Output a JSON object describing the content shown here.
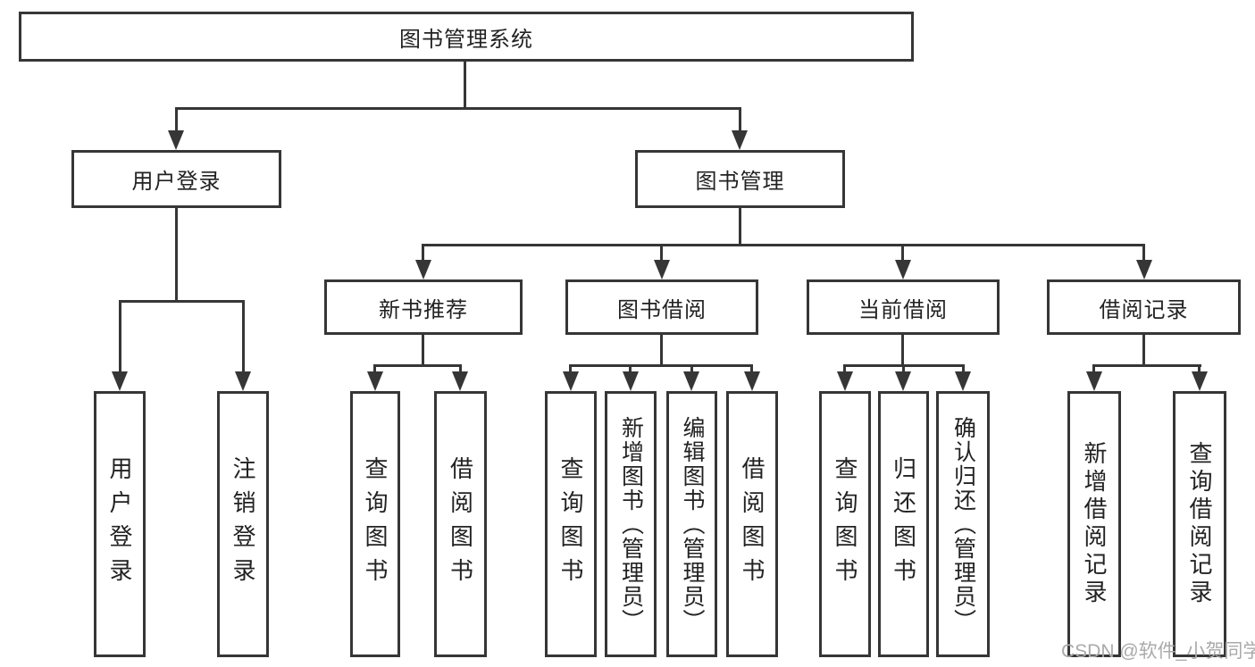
{
  "title": "图书管理系统",
  "watermark": "CSDN @软件_小贺同学",
  "colors": {
    "line": "#363636",
    "text": "#222222",
    "background": "#ffffff",
    "watermark": "#aaaaaa"
  },
  "nodes": {
    "root": "图书管理系统",
    "user_login": "用户登录",
    "book_mgmt": "图书管理",
    "new_book_rec": "新书推荐",
    "book_borrow": "图书借阅",
    "current_borrow": "当前借阅",
    "borrow_records": "借阅记录",
    "leaf_user_login": "用户登录",
    "leaf_logout": "注销登录",
    "leaf_query_book_rec": "查询图书",
    "leaf_borrow_book_rec": "借阅图书",
    "leaf_query_book_borrow": "查询图书",
    "leaf_add_book": "新增图书（管理员）",
    "leaf_edit_book": "编辑图书（管理员）",
    "leaf_borrow_book_borrow": "借阅图书",
    "leaf_query_book_current": "查询图书",
    "leaf_return_book": "归还图书",
    "leaf_confirm_return": "确认归还（管理员）",
    "leaf_add_borrow_record": "新增借阅记录",
    "leaf_query_borrow_record": "查询借阅记录"
  },
  "tree": {
    "label": "图书管理系统",
    "children": [
      {
        "label": "用户登录",
        "children": [
          {
            "label": "用户登录"
          },
          {
            "label": "注销登录"
          }
        ]
      },
      {
        "label": "图书管理",
        "children": [
          {
            "label": "新书推荐",
            "children": [
              {
                "label": "查询图书"
              },
              {
                "label": "借阅图书"
              }
            ]
          },
          {
            "label": "图书借阅",
            "children": [
              {
                "label": "查询图书"
              },
              {
                "label": "新增图书（管理员）"
              },
              {
                "label": "编辑图书（管理员）"
              },
              {
                "label": "借阅图书"
              }
            ]
          },
          {
            "label": "当前借阅",
            "children": [
              {
                "label": "查询图书"
              },
              {
                "label": "归还图书"
              },
              {
                "label": "确认归还（管理员）"
              }
            ]
          },
          {
            "label": "借阅记录",
            "children": [
              {
                "label": "新增借阅记录"
              },
              {
                "label": "查询借阅记录"
              }
            ]
          }
        ]
      }
    ]
  }
}
